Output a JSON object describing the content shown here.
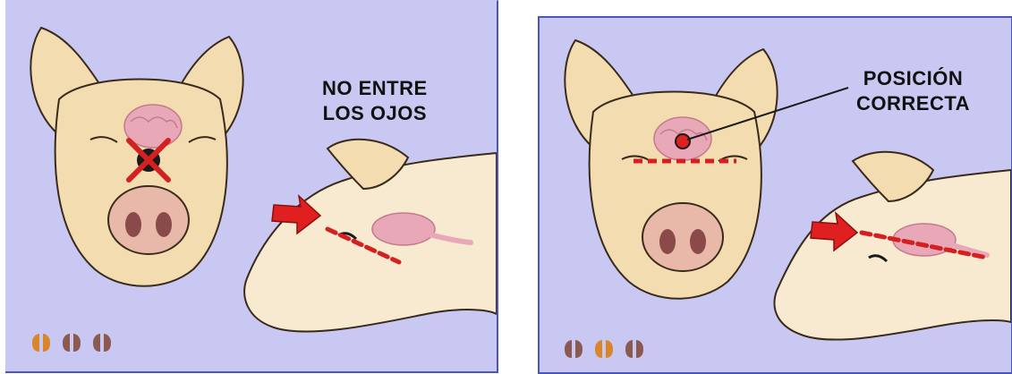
{
  "left_panel": {
    "label_line1": "NO ENTRE",
    "label_line2": "LOS OJOS",
    "hoof_icons": [
      "hoof-icon-highlighted",
      "hoof-icon",
      "hoof-icon"
    ],
    "colors": {
      "background": "#c8c8f2",
      "skin": "#f2dcb0",
      "brain": "#e8a8b8",
      "marker_red": "#d42020",
      "hoof_active": "#d9862a",
      "hoof_inactive": "#8a5a50"
    }
  },
  "right_panel": {
    "label_line1": "POSICIÓN",
    "label_line2": "CORRECTA",
    "hoof_icons": [
      "hoof-icon",
      "hoof-icon-highlighted",
      "hoof-icon"
    ]
  }
}
